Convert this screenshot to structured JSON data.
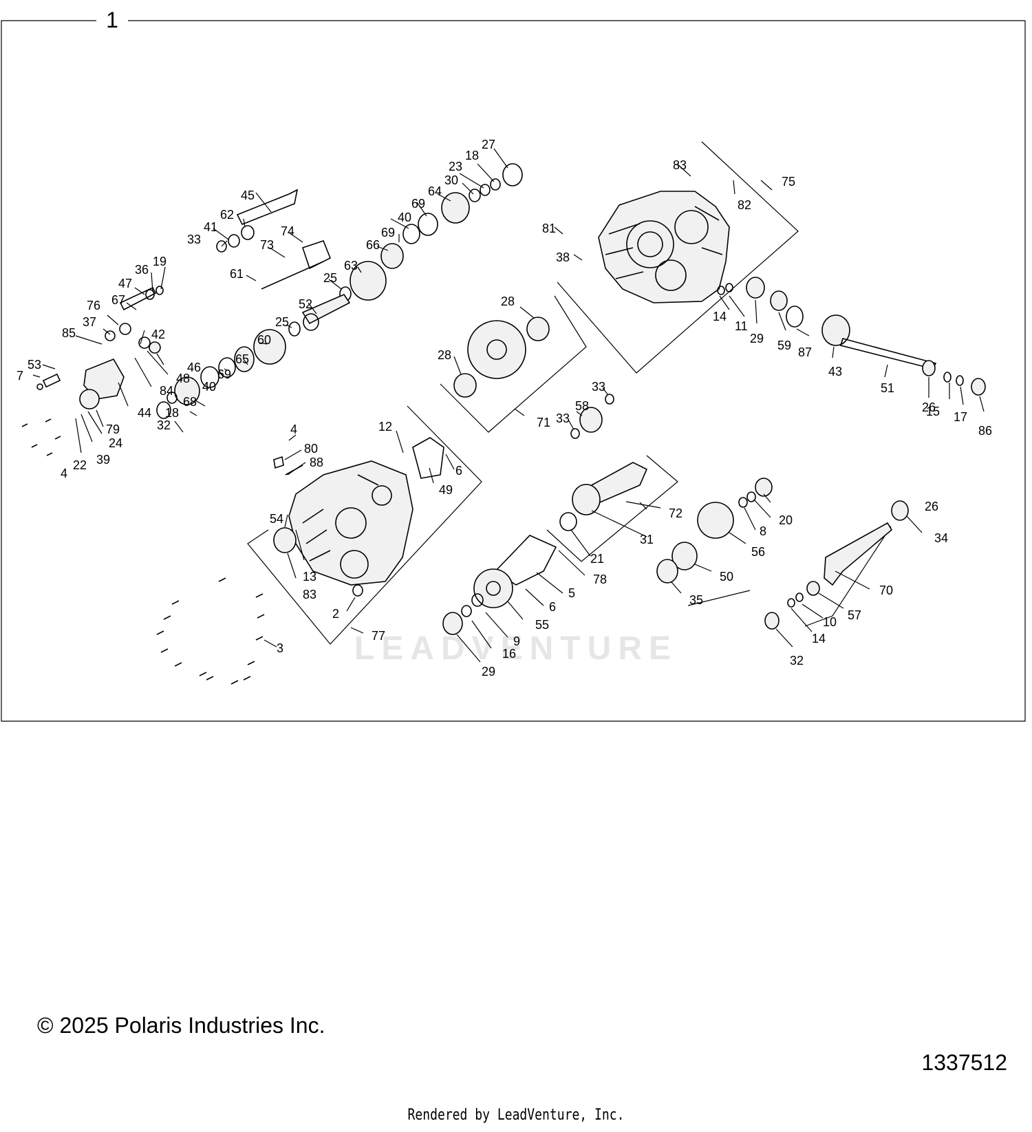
{
  "diagram": {
    "group_number": "1",
    "watermark": "LEADVENTURE",
    "callouts": [
      "1",
      "2",
      "3",
      "4",
      "5",
      "6",
      "7",
      "8",
      "9",
      "10",
      "11",
      "12",
      "13",
      "14",
      "15",
      "16",
      "17",
      "18",
      "19",
      "20",
      "21",
      "22",
      "23",
      "24",
      "25",
      "26",
      "27",
      "28",
      "29",
      "30",
      "31",
      "32",
      "33",
      "34",
      "35",
      "36",
      "37",
      "38",
      "39",
      "40",
      "41",
      "42",
      "43",
      "44",
      "45",
      "46",
      "47",
      "48",
      "49",
      "50",
      "51",
      "52",
      "53",
      "54",
      "55",
      "56",
      "57",
      "58",
      "59",
      "60",
      "61",
      "62",
      "63",
      "64",
      "65",
      "66",
      "67",
      "68",
      "69",
      "70",
      "71",
      "72",
      "73",
      "74",
      "75",
      "76",
      "77",
      "78",
      "79",
      "80",
      "81",
      "82",
      "83",
      "84",
      "85",
      "86",
      "87",
      "88"
    ]
  },
  "footer": {
    "copyright": "© 2025 Polaris Industries Inc.",
    "diagram_id": "1337512",
    "rendered_by": "Rendered by LeadVenture, Inc."
  }
}
